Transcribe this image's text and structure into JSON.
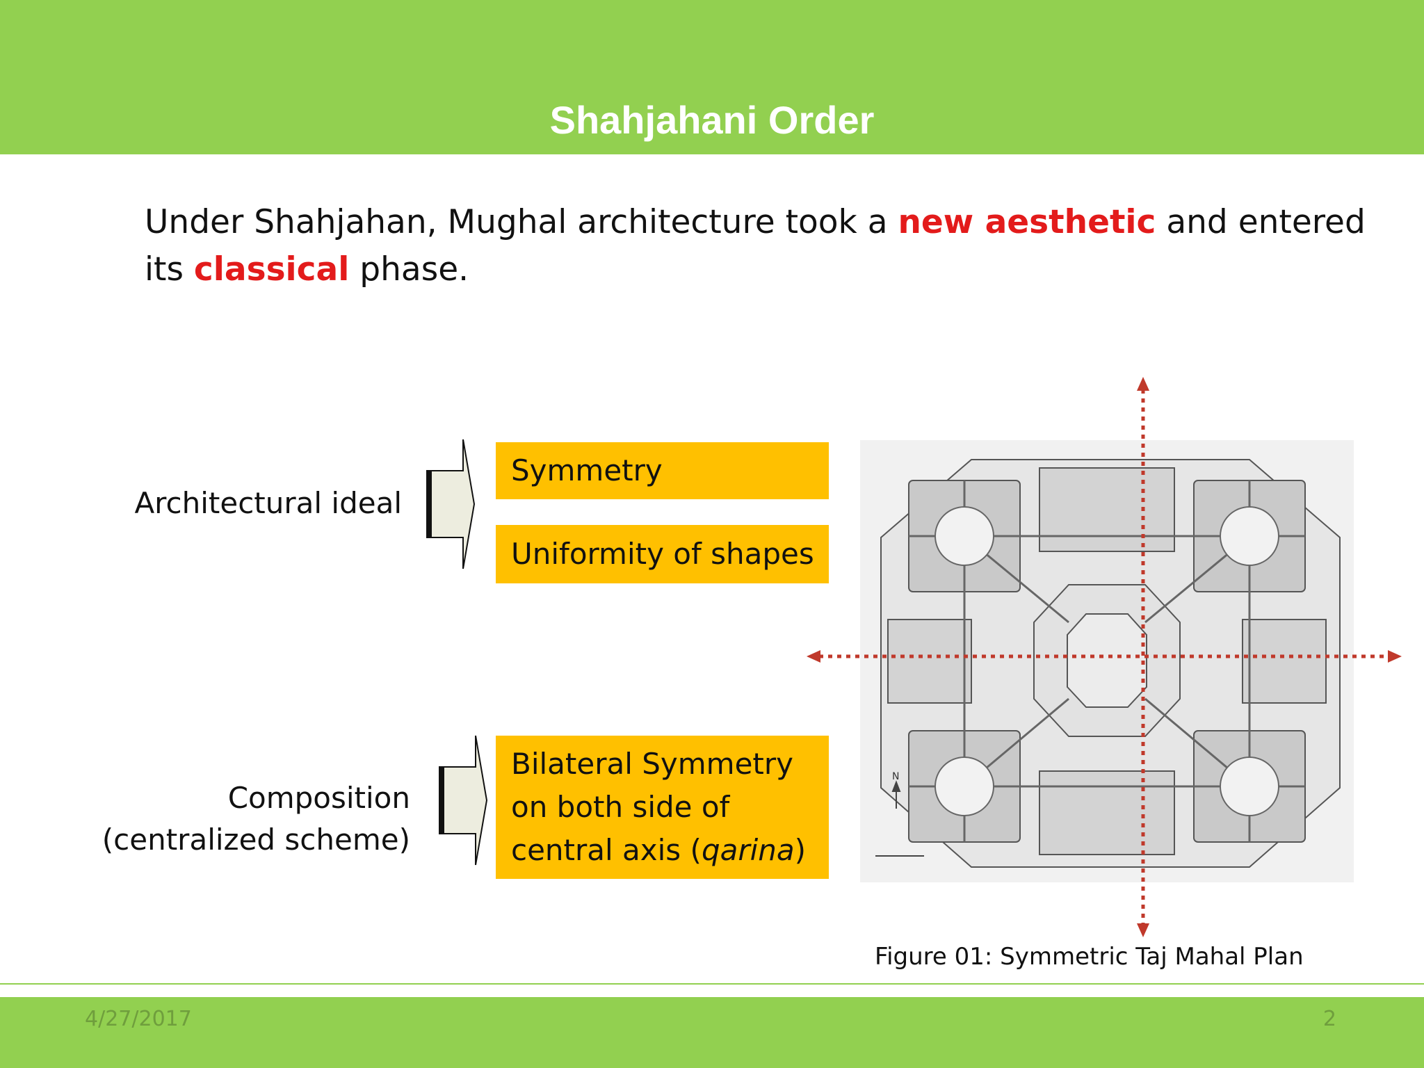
{
  "slide": {
    "title": "Shahjahani Order",
    "intro": {
      "part1": "Under Shahjahan, Mughal architecture took a ",
      "highlight1": "new aesthetic",
      "part2": " and entered its ",
      "highlight2": "classical",
      "part3": " phase."
    },
    "rows": [
      {
        "label": "Architectural ideal",
        "boxes": [
          "Symmetry",
          "Uniformity of shapes"
        ]
      },
      {
        "label_line1": "Composition",
        "label_line2": "(centralized scheme)",
        "box_line1": "Bilateral Symmetry",
        "box_line2": "on both side of",
        "box_line3_prefix": "central axis (",
        "box_line3_italic": "qarina",
        "box_line3_suffix": ")"
      }
    ],
    "figure_caption": "Figure 01: Symmetric Taj Mahal Plan",
    "compass_label": "N",
    "footer": {
      "date": "4/27/2017",
      "page": "2"
    },
    "colors": {
      "bar_green": "#92d050",
      "box_amber": "#ffc000",
      "highlight_red": "#e31b1b",
      "axis_red": "#c0392b"
    }
  }
}
